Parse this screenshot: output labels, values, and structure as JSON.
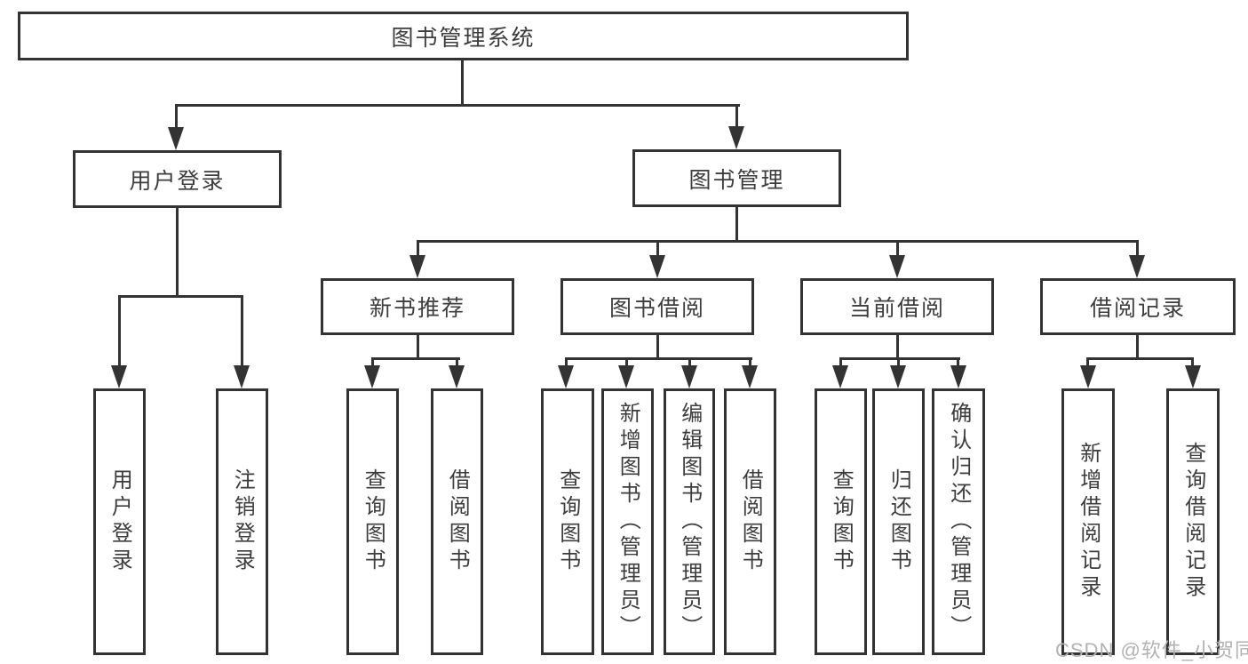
{
  "diagram": {
    "type": "hierarchy-chart",
    "root": "图书管理系统",
    "children": [
      {
        "label": "用户登录",
        "children": [
          "用户登录",
          "注销登录"
        ]
      },
      {
        "label": "图书管理",
        "children": [
          {
            "label": "新书推荐",
            "children": [
              "查询图书",
              "借阅图书"
            ]
          },
          {
            "label": "图书借阅",
            "children": [
              "查询图书",
              "新增图书（管理员）",
              "编辑图书（管理员）",
              "借阅图书"
            ]
          },
          {
            "label": "当前借阅",
            "children": [
              "查询图书",
              "归还图书",
              "确认归还（管理员）"
            ]
          },
          {
            "label": "借阅记录",
            "children": [
              "新增借阅记录",
              "查询借阅记录"
            ]
          }
        ]
      }
    ]
  },
  "watermark": "CSDN @软件_小贺同学",
  "colors": {
    "line": "#333333",
    "text": "#3d3d3d",
    "watermark": "#b2b2b2",
    "background": "#ffffff"
  }
}
